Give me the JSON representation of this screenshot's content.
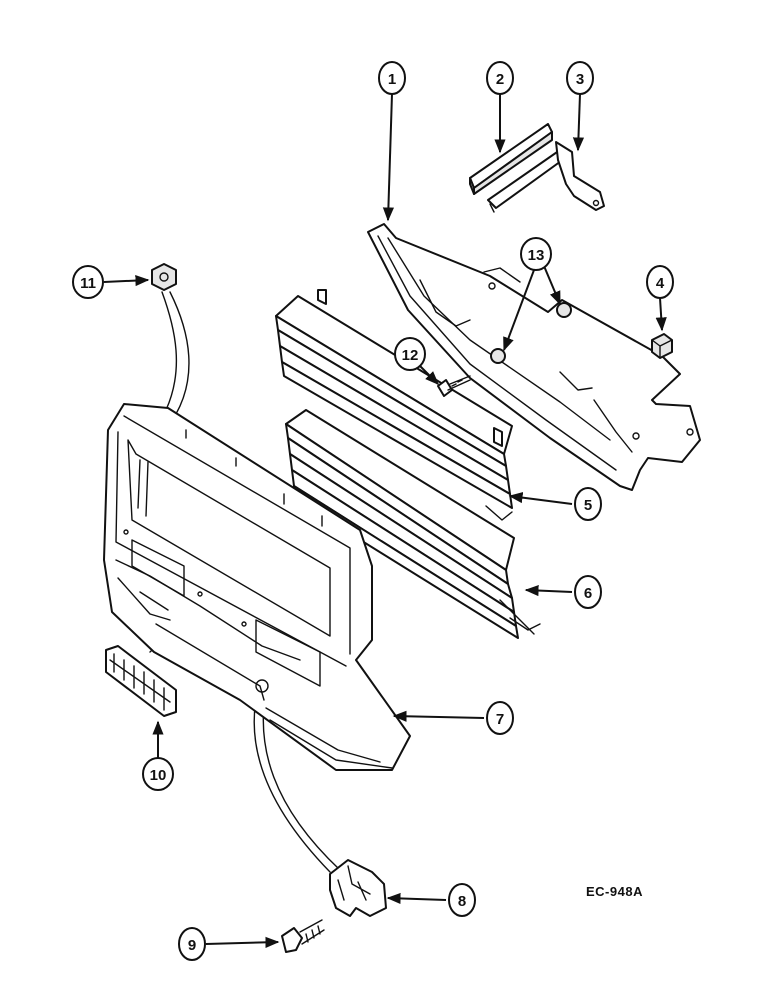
{
  "drawing": {
    "reference_code": "EC-948A"
  },
  "callouts": [
    {
      "id": "callout-1",
      "label": "1"
    },
    {
      "id": "callout-2",
      "label": "2"
    },
    {
      "id": "callout-3",
      "label": "3"
    },
    {
      "id": "callout-4",
      "label": "4"
    },
    {
      "id": "callout-5",
      "label": "5"
    },
    {
      "id": "callout-6",
      "label": "6"
    },
    {
      "id": "callout-7",
      "label": "7"
    },
    {
      "id": "callout-8",
      "label": "8"
    },
    {
      "id": "callout-9",
      "label": "9"
    },
    {
      "id": "callout-10",
      "label": "10"
    },
    {
      "id": "callout-11",
      "label": "11"
    },
    {
      "id": "callout-12",
      "label": "12"
    },
    {
      "id": "callout-13",
      "label": "13"
    }
  ]
}
